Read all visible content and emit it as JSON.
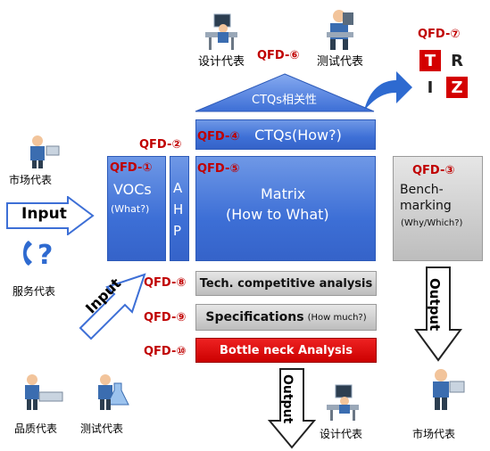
{
  "roles": {
    "design_top": "设计代表",
    "test_top": "测试代表",
    "market_left": "市场代表",
    "service": "服务代表",
    "quality": "品质代表",
    "test_bottom": "测试代表",
    "design_bottom": "设计代表",
    "market_right": "市场代表"
  },
  "qfd": {
    "q1": "QFD-①",
    "q2": "QFD-②",
    "q3": "QFD-③",
    "q4": "QFD-④",
    "q5": "QFD-⑤",
    "q6": "QFD-⑥",
    "q7": "QFD-⑦",
    "q8": "QFD-⑧",
    "q9": "QFD-⑨",
    "q10": "QFD-⑩"
  },
  "roof": "CTQs相关性",
  "ctqs": "CTQs(How?)",
  "vocs": {
    "title": "VOCs",
    "sub": "(What?)"
  },
  "ahp": [
    "A",
    "H",
    "P"
  ],
  "matrix": {
    "line1": "Matrix",
    "line2": "(How to What)"
  },
  "benchmark": {
    "line1": "Bench-",
    "line2": "marking",
    "sub": "(Why/Which?)"
  },
  "tech": "Tech. competitive analysis",
  "spec": {
    "main": "Specifications",
    "sub": "(How much?)"
  },
  "bottleneck": "Bottle neck Analysis",
  "arrows": {
    "input_left": "Input",
    "input_diag": "Input",
    "output_bottom": "Output",
    "output_right": "Output"
  },
  "triz": [
    "T",
    "R",
    "I",
    "Z"
  ]
}
